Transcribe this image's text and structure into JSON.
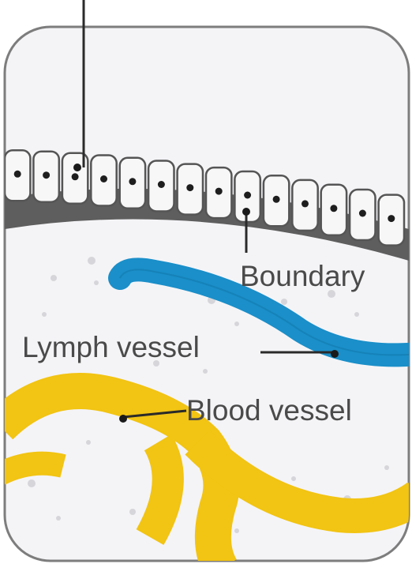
{
  "labels": {
    "boundary": "Boundary",
    "lymph_vessel": "Lymph vessel",
    "blood_vessel": "Blood vessel"
  },
  "colors": {
    "panel_fill": "#f4f4f7",
    "panel_border": "#7d7d7d",
    "cell_fill": "#f7f7f7",
    "cell_outline": "#555555",
    "boundary_band": "#5e5e5e",
    "lymph_vessel": "#1a8fc9",
    "blood_vessel": "#f2c413",
    "leader_line": "#2a2a2a"
  }
}
